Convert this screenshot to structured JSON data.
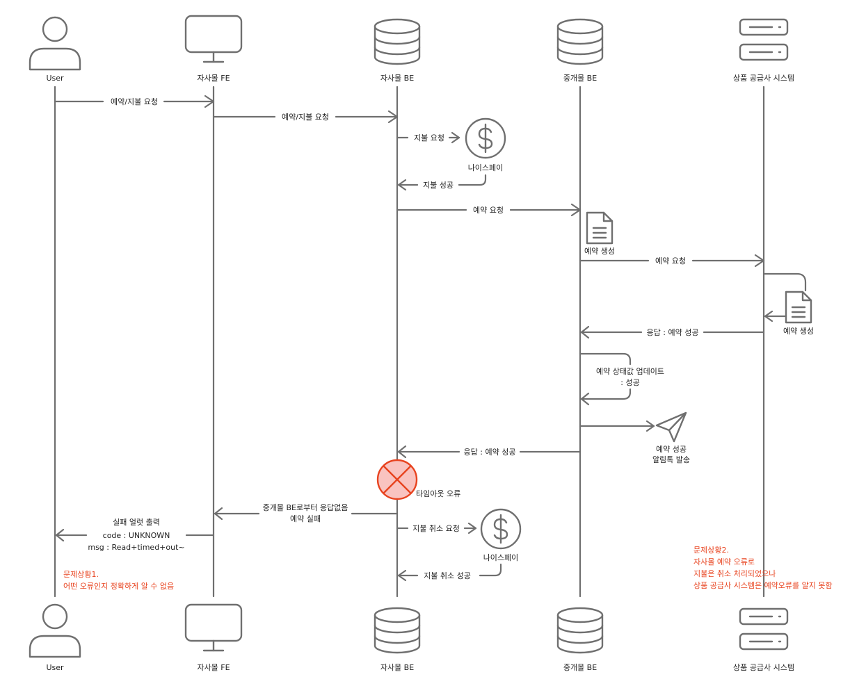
{
  "actors": {
    "user": "User",
    "fe": "자사몰 FE",
    "be": "자사몰 BE",
    "broker": "중개몰 BE",
    "supplier": "상품 공급사 시스템"
  },
  "messages": {
    "m1": "예약/지불 요청",
    "m2": "예약/지불 요청",
    "m3": "지불 요청",
    "m4": "지불 성공",
    "m5": "예약 요청",
    "m6": "예약 요청",
    "m7": "응답 : 예약 성공",
    "m8_line1": "예약 상태값 업데이트",
    "m8_line2": ": 성공",
    "m9": "응답 : 예약 성공",
    "m10_line1": "중개몰 BE로부터 응답없음",
    "m10_line2": "예약 실패",
    "m11_line1": "실패 얼럿 출력",
    "m11_line2": "code : UNKNOWN",
    "m11_line3": "msg : Read+timed+out~",
    "m12": "지불 취소 요청",
    "m13": "지불 취소 성공"
  },
  "labels": {
    "nicepay1": "나이스페이",
    "nicepay2": "나이스페이",
    "create1": "예약 생성",
    "create2": "예약 생성",
    "notify_line1": "예약 성공",
    "notify_line2": "알림톡 발송",
    "timeout": "타임아웃 오류"
  },
  "notes": {
    "problem1_line1": "문제상황1.",
    "problem1_line2": "어떤 오류인지 정확하게 알 수 없음",
    "problem2_line1": "문제상황2.",
    "problem2_line2": "자사몰 예약 오류로",
    "problem2_line3": "지불은 취소 처리되었으나",
    "problem2_line4": "상품 공급사 시스템은 예약오류를 알지 못함"
  },
  "colors": {
    "line": "#6f6f6f",
    "note": "#e8431f",
    "error_fill": "#f9c3c0",
    "error_stroke": "#e8431f"
  },
  "icons": {
    "user": "person-icon",
    "fe": "monitor-icon",
    "be": "database-icon",
    "broker": "database-icon",
    "supplier": "server-icon",
    "payment": "dollar-icon",
    "document": "document-icon",
    "notification": "paper-plane-icon",
    "error": "x-circle-icon"
  }
}
